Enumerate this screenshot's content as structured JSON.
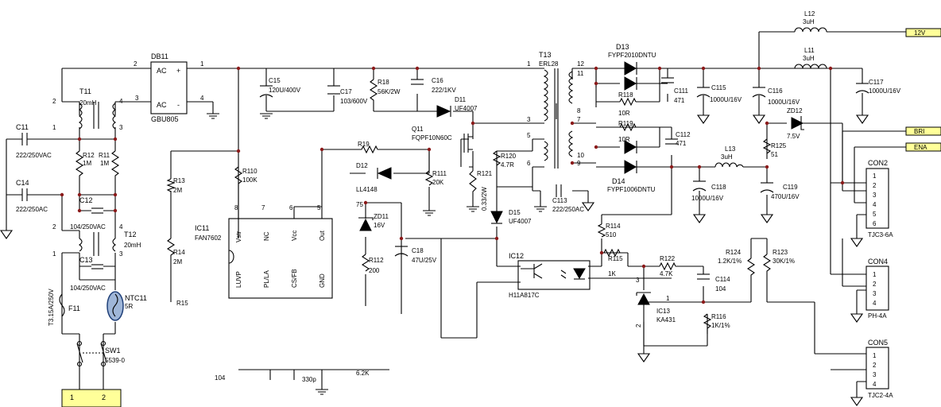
{
  "parts": {
    "DB11": {
      "ref": "DB11",
      "part": "GBU805",
      "ac": "AC",
      "plus": "+",
      "minus": "-",
      "p1": "1",
      "p2": "2",
      "p3": "3",
      "p4": "4"
    },
    "T11": {
      "ref": "T11",
      "value": "20mH",
      "p1": "1",
      "p2": "2",
      "p3": "3",
      "p4": "4"
    },
    "T12": {
      "ref": "T12",
      "value": "20mH",
      "p1": "1",
      "p2": "2",
      "p3": "3",
      "p4": "4"
    },
    "C11": {
      "ref": "C11",
      "value": "222/250VAC"
    },
    "C14": {
      "ref": "C14",
      "value": "222/250AC"
    },
    "C12": {
      "ref": "C12",
      "value": "104/250VAC"
    },
    "C13": {
      "ref": "C13",
      "value": "104/250VAC"
    },
    "R12": {
      "ref": "R12",
      "value": "1M"
    },
    "R11": {
      "ref": "R11",
      "value": "1M"
    },
    "F11": {
      "ref": "F11",
      "value": "T3.15A/250V"
    },
    "NTC11": {
      "ref": "NTC11",
      "value": "5R"
    },
    "SW1": {
      "ref": "SW1",
      "value": "5539-0"
    },
    "J1": {
      "p1": "1",
      "p2": "2"
    },
    "R13": {
      "ref": "R13",
      "value": "2M"
    },
    "R14": {
      "ref": "R14",
      "value": "2M"
    },
    "R15": {
      "ref": "R15"
    },
    "R110": {
      "ref": "R110",
      "value": "100K"
    },
    "IC11": {
      "ref": "IC11",
      "part": "FAN7602",
      "pins_top": [
        "Vstr",
        "NC",
        "Vcc",
        "Out"
      ],
      "pins_bot": [
        "LUVP",
        "PL/LA",
        "CS/FB",
        "GND"
      ],
      "pn_top": [
        "8",
        "7",
        "6",
        "5"
      ]
    },
    "C15": {
      "ref": "C15",
      "value": "120U/400V"
    },
    "C17": {
      "ref": "C17",
      "value": "103/600V"
    },
    "R18": {
      "ref": "R18",
      "value": "56K/2W"
    },
    "C16": {
      "ref": "C16",
      "value": "222/1KV"
    },
    "D11": {
      "ref": "D11",
      "value": "UF4007"
    },
    "Q11": {
      "ref": "Q11",
      "value": "FQPF10N60C"
    },
    "R19": {
      "ref": "R19"
    },
    "D12": {
      "ref": "D12",
      "value": "LL4148"
    },
    "R111": {
      "ref": "R111",
      "value": "20K"
    },
    "R121": {
      "ref": "R121",
      "value": "0.33/2W"
    },
    "R120": {
      "ref": "R120",
      "value": "4.7R"
    },
    "ZD11": {
      "ref": "ZD11",
      "value": "16V",
      "extra": "75"
    },
    "R112": {
      "ref": "R112",
      "value": "200"
    },
    "C18": {
      "ref": "C18",
      "value": "47U/25V"
    },
    "D15": {
      "ref": "D15",
      "value": "UF4007"
    },
    "T13": {
      "ref": "T13",
      "value": "ERL28",
      "pins": [
        "1",
        "3",
        "5",
        "6",
        "12",
        "11",
        "8",
        "7",
        "10",
        "9"
      ]
    },
    "C113": {
      "ref": "C113",
      "value": "222/250AC"
    },
    "D13": {
      "ref": "D13",
      "value": "FYPF2010DNTU"
    },
    "R118": {
      "ref": "R118",
      "value": "10R"
    },
    "C111": {
      "ref": "C111",
      "value": "471"
    },
    "R119": {
      "ref": "R119",
      "value": "10R"
    },
    "C112": {
      "ref": "C112",
      "value": "471"
    },
    "D14": {
      "ref": "D14",
      "value": "FYPF1006DNTU"
    },
    "C115": {
      "ref": "C115",
      "value": "1000U/16V"
    },
    "C116": {
      "ref": "C116",
      "value": "1000U/16V"
    },
    "C117": {
      "ref": "C117",
      "value": "1000U/16V"
    },
    "L12": {
      "ref": "L12",
      "value": "3uH"
    },
    "L11": {
      "ref": "L11",
      "value": "3uH"
    },
    "L13": {
      "ref": "L13",
      "value": "3uH"
    },
    "C118": {
      "ref": "C118",
      "value": "1000U/16V"
    },
    "C119": {
      "ref": "C119",
      "value": "470U/16V"
    },
    "ZD12": {
      "ref": "ZD12",
      "value": "7.5V"
    },
    "R125": {
      "ref": "R125",
      "value": "51"
    },
    "R114": {
      "ref": "R114",
      "value": "510"
    },
    "IC12": {
      "ref": "IC12",
      "part": "H11A817C"
    },
    "R115": {
      "ref": "R115",
      "value": "1K"
    },
    "R122": {
      "ref": "R122",
      "value": "4.7K"
    },
    "C114": {
      "ref": "C114",
      "value": "104"
    },
    "IC13": {
      "ref": "IC13",
      "part": "KA431",
      "p1": "1",
      "p2": "2",
      "p3": "3"
    },
    "R116": {
      "ref": "R116",
      "value": "1K/1%"
    },
    "R124": {
      "ref": "R124",
      "value": "1.2K/1%"
    },
    "R123": {
      "ref": "R123",
      "value": "30K/1%"
    },
    "CON2": {
      "ref": "CON2",
      "part": "TJC3-6A",
      "pins": [
        "1",
        "2",
        "3",
        "4",
        "5",
        "6"
      ]
    },
    "CON4": {
      "ref": "CON4",
      "part": "PH-4A",
      "pins": [
        "1",
        "2",
        "3",
        "4"
      ]
    },
    "CON5": {
      "ref": "CON5",
      "part": "TJC2-4A",
      "pins": [
        "1",
        "2",
        "3",
        "4"
      ]
    },
    "misc": {
      "c104": "104",
      "c330": "330p",
      "r62k": "6.2K"
    }
  },
  "nets": {
    "v12": "12V",
    "bri": "BRI",
    "ena": "ENA"
  },
  "net_nums": {
    "db_out": "1",
    "db_in": "2"
  },
  "colors": {
    "wire": "#000000",
    "junction": "#8b1a1a",
    "flag": "#ffff99",
    "ntc": "#9fb6d8"
  }
}
